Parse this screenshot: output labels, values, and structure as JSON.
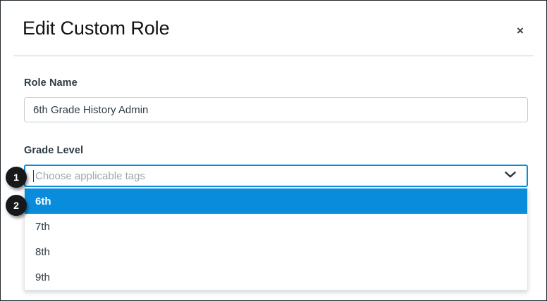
{
  "modal": {
    "title": "Edit Custom Role",
    "close_icon": "close-icon",
    "close_label": "×"
  },
  "form": {
    "role_name": {
      "label": "Role Name",
      "value": "6th Grade History Admin",
      "placeholder": ""
    },
    "grade_level": {
      "label": "Grade Level",
      "placeholder": "Choose applicable tags",
      "value": "",
      "chevron_icon": "chevron-down-icon",
      "options": [
        {
          "label": "6th",
          "selected": true
        },
        {
          "label": "7th",
          "selected": false
        },
        {
          "label": "8th",
          "selected": false
        },
        {
          "label": "9th",
          "selected": false
        }
      ]
    }
  },
  "annotations": [
    {
      "number": "1"
    },
    {
      "number": "2"
    }
  ],
  "colors": {
    "accent_blue": "#0a8cdc",
    "text_dark": "#2d3b45",
    "border_gray": "#c7cdd1",
    "placeholder_gray": "#9fa6ab",
    "badge_bg": "#17181a"
  }
}
